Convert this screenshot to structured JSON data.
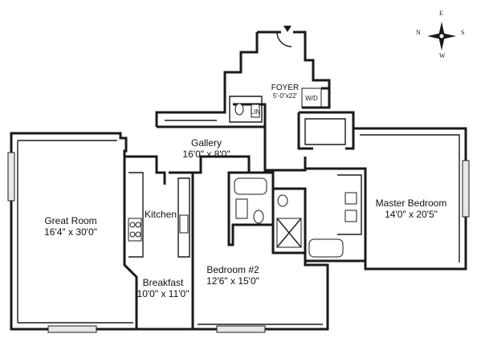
{
  "rooms": {
    "great_room": {
      "name": "Great Room",
      "dims": "16'4\" x 30'0\""
    },
    "gallery": {
      "name": "Gallery",
      "dims": "16'0\" x 8'0\""
    },
    "kitchen": {
      "name": "Kitchen"
    },
    "breakfast": {
      "name": "Breakfast",
      "dims": "10'0\" x 11'0\""
    },
    "bedroom2": {
      "name": "Bedroom #2",
      "dims": "12'6\" x 15'0\""
    },
    "master_bedroom": {
      "name": "Master Bedroom",
      "dims": "14'0\" x 20'5\""
    },
    "foyer": {
      "name": "FOYER",
      "dims": "5'-0\"x22'"
    }
  },
  "closets": {
    "wd": "W/D",
    "lin": "LIN"
  },
  "compass": {
    "n": "N",
    "e": "E",
    "s": "S",
    "w": "W"
  }
}
